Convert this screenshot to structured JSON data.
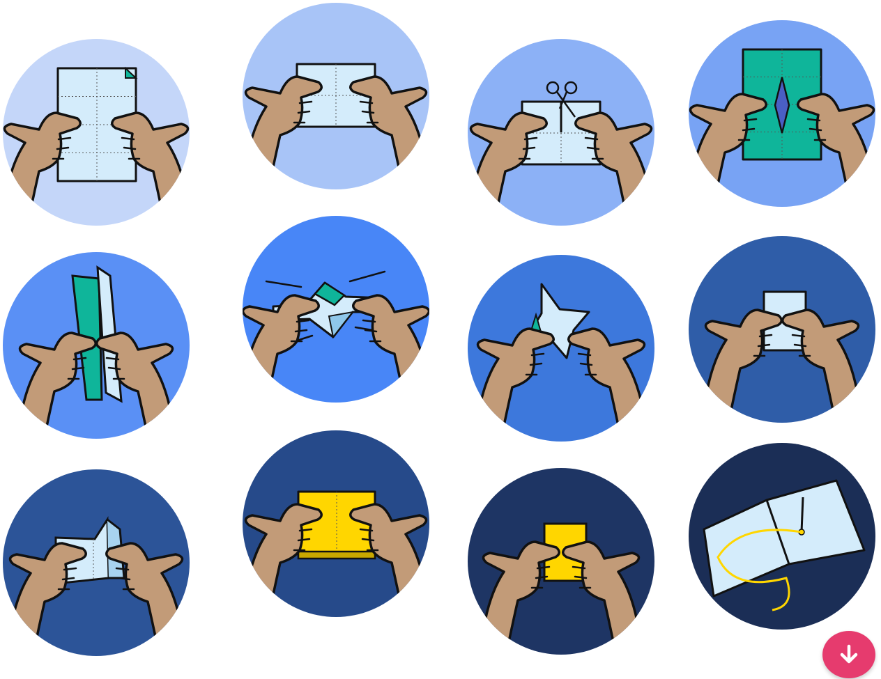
{
  "colors": {
    "background": "#ffffff",
    "skin": "#c29b78",
    "paper": "#d4ecfb",
    "teal": "#0fb59a",
    "yellow": "#ffd600",
    "indigo": "#4a5fc4",
    "outline": "#111111",
    "accent": "#e63b6e"
  },
  "steps": [
    {
      "id": 1,
      "icon": "sheet-with-fold-lines-icon",
      "circle": "#c4d6f9",
      "paper": "#d4ecfb"
    },
    {
      "id": 2,
      "icon": "folded-sheet-icon",
      "circle": "#a8c4f7",
      "paper": "#d4ecfb"
    },
    {
      "id": 3,
      "icon": "scissors-cut-icon",
      "circle": "#8cb1f6",
      "paper": "#d4ecfb"
    },
    {
      "id": 4,
      "icon": "opened-slit-sheet-icon",
      "circle": "#78a3f4",
      "paper": "#0fb59a"
    },
    {
      "id": 5,
      "icon": "folded-strip-icon",
      "circle": "#5a90f5",
      "paper": "#0fb59a"
    },
    {
      "id": 6,
      "icon": "push-together-icon",
      "circle": "#4886f7",
      "paper": "#d4ecfb"
    },
    {
      "id": 7,
      "icon": "star-fold-icon",
      "circle": "#3d78dc",
      "paper": "#d4ecfb"
    },
    {
      "id": 8,
      "icon": "small-booklet-icon",
      "circle": "#2f5da8",
      "paper": "#d4ecfb"
    },
    {
      "id": 9,
      "icon": "booklet-pages-icon",
      "circle": "#2c5498",
      "paper": "#d4ecfb"
    },
    {
      "id": 10,
      "icon": "yellow-cover-icon",
      "circle": "#264a8a",
      "paper": "#ffd600"
    },
    {
      "id": 11,
      "icon": "wrapped-booklet-icon",
      "circle": "#1e3564",
      "paper": "#ffd600"
    },
    {
      "id": 12,
      "icon": "needle-thread-book-icon",
      "circle": "#1b2e56",
      "paper": "#d4ecfb"
    }
  ],
  "download_icon": "arrow-down-icon"
}
